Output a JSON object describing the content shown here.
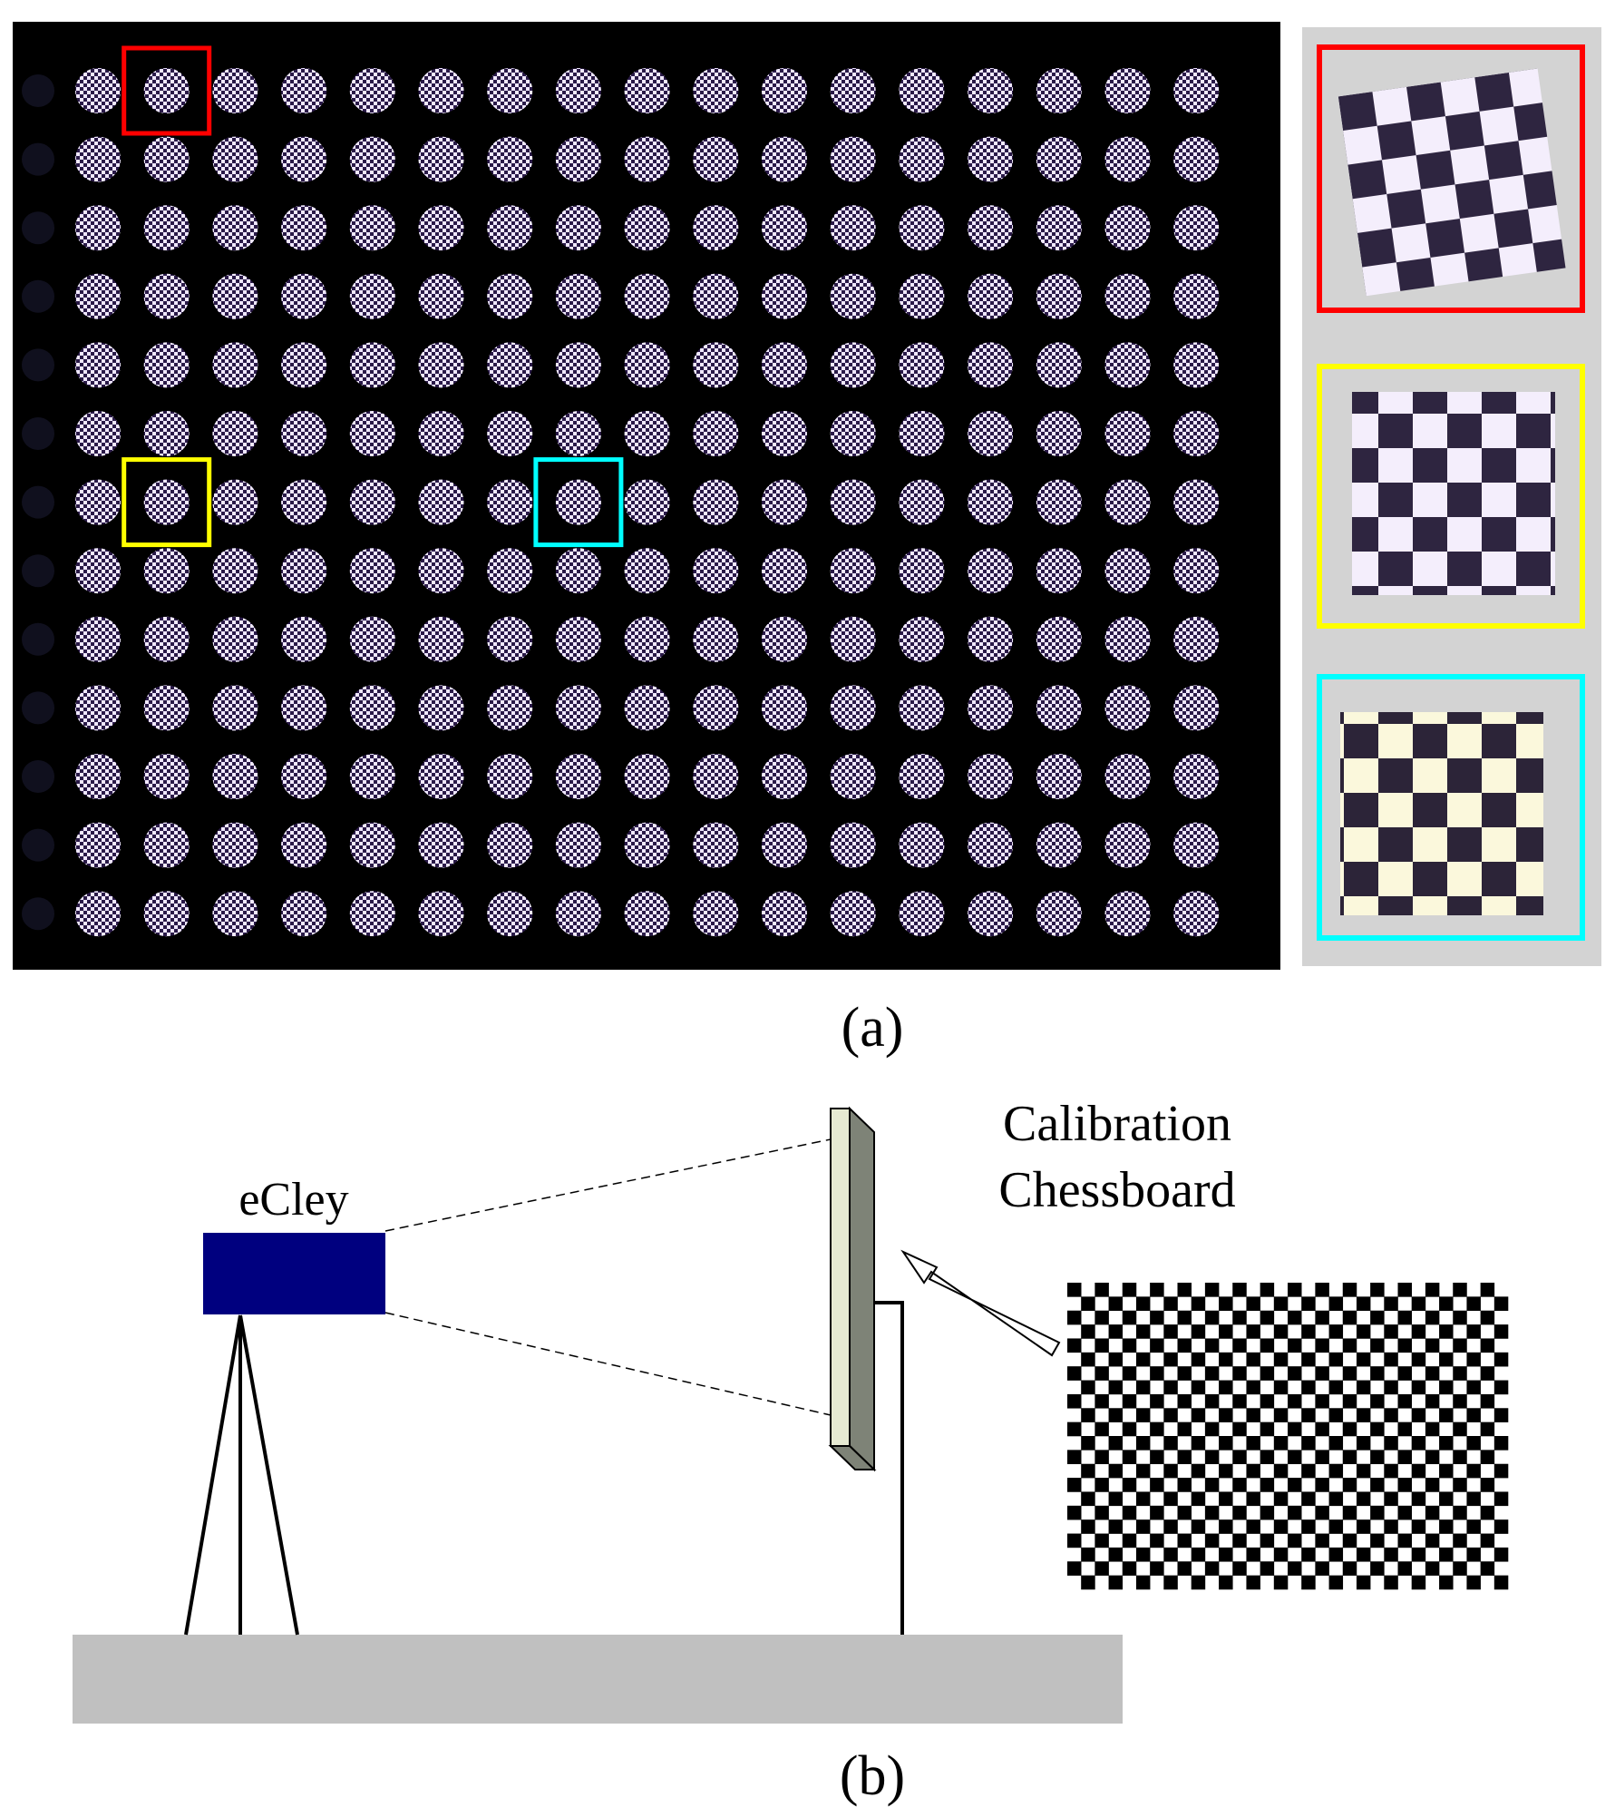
{
  "panel_a": {
    "caption": "(a)",
    "lenslet_grid": {
      "rows": 13,
      "columns": 17
    },
    "highlights": [
      {
        "name": "red",
        "color": "#ff0000",
        "row": 0,
        "column": 1
      },
      {
        "name": "yellow",
        "color": "#ffff00",
        "row": 6,
        "column": 1
      },
      {
        "name": "cyan",
        "color": "#00ffff",
        "row": 6,
        "column": 7
      }
    ],
    "colors": {
      "background": "#000000",
      "lens_light": "#f0e8ff",
      "lens_dark": "#2a1a48",
      "sidebar": "#d3d3d3"
    }
  },
  "panel_b": {
    "caption": "(b)",
    "camera_label": "eCley",
    "chessboard_label_line1": "Calibration",
    "chessboard_label_line2": "Chessboard",
    "colors": {
      "camera": "#00007f",
      "ground": "#c0c0c0",
      "board_front": "#e6ead2",
      "board_side": "#7e8377"
    },
    "chessboard_grid": {
      "rows": 22,
      "columns": 32
    }
  }
}
